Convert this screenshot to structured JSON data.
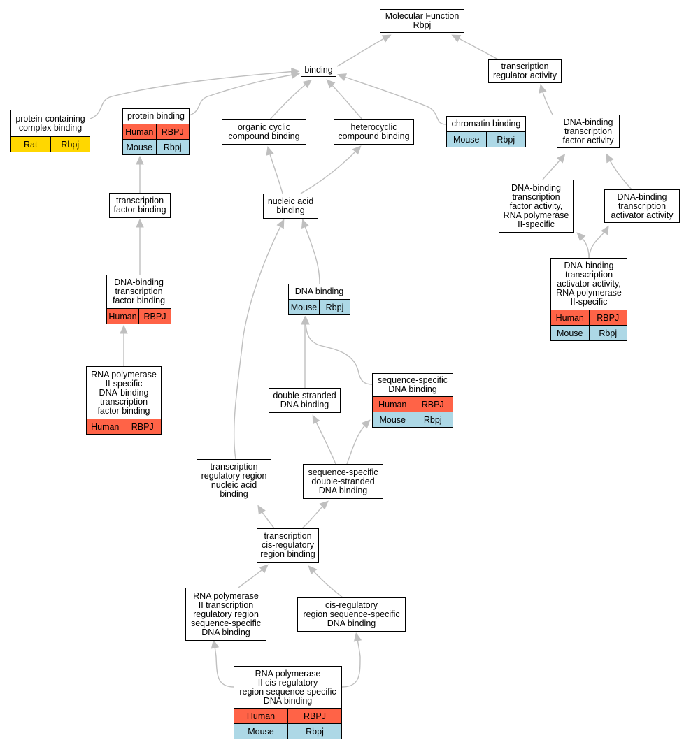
{
  "colors": {
    "human": "#ff6347",
    "mouse": "#add8e6",
    "rat": "#ffd700",
    "edge": "#bfbfbf",
    "border": "#000000",
    "background": "#ffffff"
  },
  "nodes": [
    {
      "id": "mf",
      "label": "Molecular Function\nRbpj",
      "annotations": []
    },
    {
      "id": "binding",
      "label": "binding",
      "annotations": []
    },
    {
      "id": "tra",
      "label": "transcription\nregulator activity",
      "annotations": []
    },
    {
      "id": "pccb",
      "label": "protein-containing\ncomplex binding",
      "annotations": [
        {
          "species": "Rat",
          "gene": "Rbpj"
        }
      ]
    },
    {
      "id": "pb",
      "label": "protein binding",
      "annotations": [
        {
          "species": "Human",
          "gene": "RBPJ"
        },
        {
          "species": "Mouse",
          "gene": "Rbpj"
        }
      ]
    },
    {
      "id": "occb",
      "label": "organic cyclic\ncompound binding",
      "annotations": []
    },
    {
      "id": "hccb",
      "label": "heterocyclic\ncompound binding",
      "annotations": []
    },
    {
      "id": "cb",
      "label": "chromatin binding",
      "annotations": [
        {
          "species": "Mouse",
          "gene": "Rbpj"
        }
      ]
    },
    {
      "id": "dbtfa",
      "label": "DNA-binding\ntranscription\nfactor activity",
      "annotations": []
    },
    {
      "id": "tfb",
      "label": "transcription\nfactor binding",
      "annotations": []
    },
    {
      "id": "nab",
      "label": "nucleic acid\nbinding",
      "annotations": []
    },
    {
      "id": "dbtfarp",
      "label": "DNA-binding\ntranscription\nfactor activity,\nRNA polymerase\nII-specific",
      "annotations": []
    },
    {
      "id": "dbtaa",
      "label": "DNA-binding\ntranscription\nactivator activity",
      "annotations": []
    },
    {
      "id": "dbtaarp",
      "label": "DNA-binding\ntranscription\nactivator activity,\nRNA polymerase\nII-specific",
      "annotations": [
        {
          "species": "Human",
          "gene": "RBPJ"
        },
        {
          "species": "Mouse",
          "gene": "Rbpj"
        }
      ]
    },
    {
      "id": "dbtfb",
      "label": "DNA-binding\ntranscription\nfactor binding",
      "annotations": [
        {
          "species": "Human",
          "gene": "RBPJ"
        }
      ]
    },
    {
      "id": "dnab",
      "label": "DNA binding",
      "annotations": [
        {
          "species": "Mouse",
          "gene": "Rbpj"
        }
      ]
    },
    {
      "id": "rp2",
      "label": "RNA polymerase\nII-specific\nDNA-binding\ntranscription\nfactor binding",
      "annotations": [
        {
          "species": "Human",
          "gene": "RBPJ"
        }
      ]
    },
    {
      "id": "dsdb",
      "label": "double-stranded\nDNA binding",
      "annotations": []
    },
    {
      "id": "ssdb",
      "label": "sequence-specific\nDNA binding",
      "annotations": [
        {
          "species": "Human",
          "gene": "RBPJ"
        },
        {
          "species": "Mouse",
          "gene": "Rbpj"
        }
      ]
    },
    {
      "id": "trrnab",
      "label": "transcription\nregulatory region\nnucleic acid\nbinding",
      "annotations": []
    },
    {
      "id": "ssdsdb",
      "label": "sequence-specific\ndouble-stranded\nDNA binding",
      "annotations": []
    },
    {
      "id": "tcrb",
      "label": "transcription\ncis-regulatory\nregion binding",
      "annotations": []
    },
    {
      "id": "rp2trr",
      "label": "RNA polymerase\nII transcription\nregulatory region\nsequence-specific\nDNA binding",
      "annotations": []
    },
    {
      "id": "crrssdb",
      "label": "cis-regulatory\nregion sequence-specific\nDNA binding",
      "annotations": []
    },
    {
      "id": "rp2cr",
      "label": "RNA polymerase\nII cis-regulatory\nregion sequence-specific\nDNA binding",
      "annotations": [
        {
          "species": "Human",
          "gene": "RBPJ"
        },
        {
          "species": "Mouse",
          "gene": "Rbpj"
        }
      ]
    }
  ],
  "edges": [
    {
      "from": "binding",
      "to": "mf"
    },
    {
      "from": "tra",
      "to": "mf"
    },
    {
      "from": "pccb",
      "to": "binding"
    },
    {
      "from": "pb",
      "to": "binding"
    },
    {
      "from": "occb",
      "to": "binding"
    },
    {
      "from": "hccb",
      "to": "binding"
    },
    {
      "from": "cb",
      "to": "binding"
    },
    {
      "from": "dbtfa",
      "to": "tra"
    },
    {
      "from": "tfb",
      "to": "pb"
    },
    {
      "from": "nab",
      "to": "occb"
    },
    {
      "from": "nab",
      "to": "hccb"
    },
    {
      "from": "dbtfarp",
      "to": "dbtfa"
    },
    {
      "from": "dbtaa",
      "to": "dbtfa"
    },
    {
      "from": "dbtaarp",
      "to": "dbtfarp"
    },
    {
      "from": "dbtaarp",
      "to": "dbtaa"
    },
    {
      "from": "dbtfb",
      "to": "tfb"
    },
    {
      "from": "dnab",
      "to": "nab"
    },
    {
      "from": "trrnab",
      "to": "nab"
    },
    {
      "from": "rp2",
      "to": "dbtfb"
    },
    {
      "from": "dsdb",
      "to": "dnab"
    },
    {
      "from": "ssdb",
      "to": "dnab"
    },
    {
      "from": "ssdsdb",
      "to": "dsdb"
    },
    {
      "from": "ssdsdb",
      "to": "ssdb"
    },
    {
      "from": "tcrb",
      "to": "trrnab"
    },
    {
      "from": "tcrb",
      "to": "ssdsdb"
    },
    {
      "from": "rp2trr",
      "to": "tcrb"
    },
    {
      "from": "crrssdb",
      "to": "tcrb"
    },
    {
      "from": "rp2cr",
      "to": "rp2trr"
    },
    {
      "from": "rp2cr",
      "to": "crrssdb"
    }
  ]
}
